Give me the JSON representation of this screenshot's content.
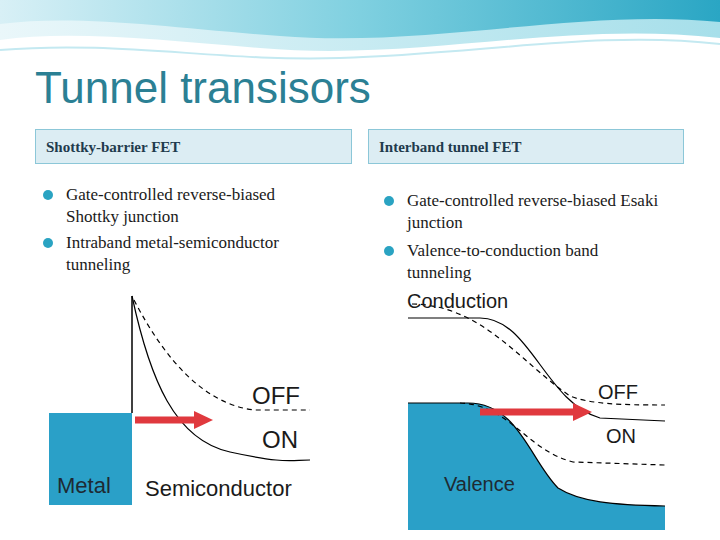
{
  "diagram": {
    "title": "Tunnel transisors",
    "nodes": [
      {
        "text": [
          "Shottky-barrier FET"
        ]
      },
      {
        "text": [
          "Interband tunnel FET"
        ]
      },
      {
        "text": [
          "Metal"
        ]
      },
      {
        "text": [
          "Valence"
        ]
      }
    ],
    "labels": [
      "Gate-controlled reverse-biased Shottky junction",
      "Intraband metal-semiconductor tunneling",
      "OFF",
      "ON",
      "Semiconductor",
      "Gate-controlled reverse-biased Esaki junction",
      "Valence-to-conduction band tunneling",
      "Conduction",
      "OFF",
      "ON"
    ]
  }
}
